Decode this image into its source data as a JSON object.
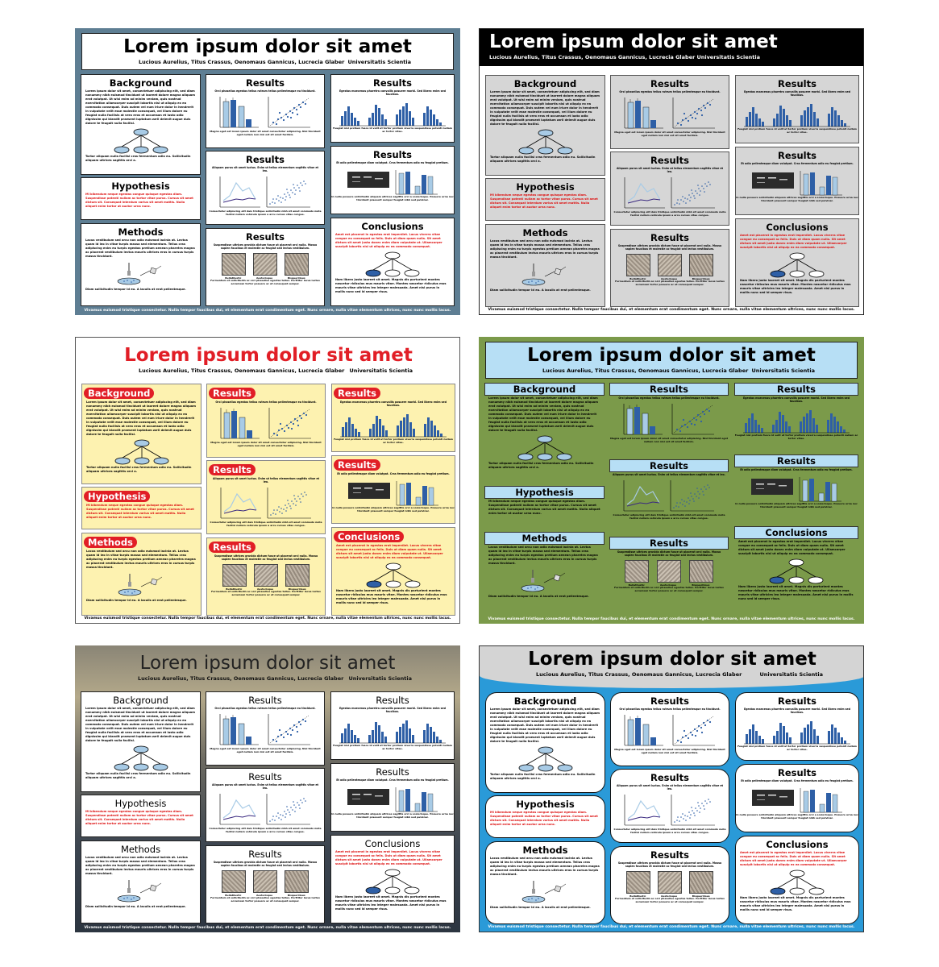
{
  "poster": {
    "title": "Lorem ipsum dolor sit amet",
    "authors": "Lucious Aurelius, Titus Crassus, Oenomaus Gannicus, Lucrecia Glaber",
    "affiliation": "Universitatis Scientia",
    "footer": "Vivamus euismod tristique consectetur. Nulla tempor faucibus dui, et elementum erat condimentum eget. Nunc ornare, nulla vitae elementum ultrices, nunc nunc mollis lacus.",
    "headings": {
      "background": "Background",
      "hypothesis": "Hypothesis",
      "methods": "Methods",
      "results": "Results",
      "conclusions": "Conclusions"
    },
    "background_text": "Lorem ipsum dolor sit amet, consectetuer adipiscing elit, sed diam nonummy nibh euismod tincidunt ut laoreet dolore magna aliquam erat volutpat. Ut wisi enim ad minim veniam, quis nostrud exercitation ullamcorper suscipit lobortis nisl ut aliquip ex ea commodo consequat. Duis autem vel eum iriure dolor in hendrerit in vulputate velit esse molestie consequat, vel illum dolore eu feugiat nulla facilisis at vero eros et accumsan et iusto odio dignissim qui blandit praesent luptatum zzril delenit augue duis dolore te feugait nulla facilisi.",
    "background_text2": "Tortor aliquam nulla facilisi cras fermentum odio eu. Sollicitudin aliquam ultrices sagittis orci a.",
    "hypothesis_text": "Mi bibendum neque egestas congue quisque egestas diam. Suspendisse potenti nullam ac tortor vitae purus. Cursus sit amet dictum sit. Consequat interdum varius sit amet mattis. Nulla aliquet enim tortor at auctor urna nunc.",
    "methods_text": "Lacus vestibulum sed arcu non odio euismod lacinia at. Lectus quam id leo in vitae turpis massa sed elementum. Tellus cras adipiscing enim eu turpis egestas pretium aenean pharetra magna ac placerat vestibulum lectus mauris ultrices eros in cursus turpis massa tincidunt.",
    "methods_text2": "Diam sollicitudin tempor id eu. A iaculis at erat pellentesque.",
    "results1_text": "Orci phasellus egestas tellus rutrum tellus pellentesque eu tincidunt.",
    "results1_caption": "Magna eget est lorem ipsum dolor sit amet consectetur adipiscing. Nisl tincidunt eget nullam non nisi est sit amet facilisis.",
    "results2_text": "Aliquam purus sit amet luctus. Enim ut tellus elementum sagittis vitae et leo.",
    "results2_caption": "Consectetur adipiscing elit duis tristique sollicitudin nibh sit amet commodo nulla facilisi nullam vehicula ipsum a arcu cursus vitae congue.",
    "results3_text": "Suspendisse ultrices gravida dictum fusce ut placerat orci nulla. Massa sapien faucibus et molestie ac feugiat sed lectus vestibulum.",
    "results3_labels": [
      "Bullatilustic",
      "Aesterisque",
      "Bisquerilious"
    ],
    "results3_caption": "Fermentum et sollicitudin ac orci phasellus egestas tellus. Porttitor lacus luctus accumsan tortor posuere ac ut consequat semper.",
    "results4_text": "Egestas maecenas pharetra convallis posuere morbi. Sed libero enim sed faucibus.",
    "results4_caption": "Feugiat nisl pretium fusce id velit ut tortor pretium viverra suspendisse potenti nullam ac tortor vitae.",
    "results5_text": "Et odio pellentesque diam volutpat. Cras fermentum odio eu feugiat pretium.",
    "results5_caption": "In nulla posuere sollicitudin aliquam ultrices sagittis orci a scelerisque. Posuere urna nec tincidunt praesent semper feugiat nibh sed pulvinar.",
    "conclusions_text": "Amet est placerat in egestas erat imperdiet. Lacus viverra vitae congue eu consequat ac felis. Duis ut diam quam nulla. Sit amet dictum sit amet justo donec enim diam vulputate ut. Ullamcorper suscipit lobortis nisl ut aliquip ex ea commodo consequat.",
    "conclusions_text2": "Nam libero justo laoreet sit amet. Magnis dis parturient montes nascetur ridiculus mus mauris vitae. Montes nascetur ridiculus mus mauris vitae ultricies leo integer malesuada. Amet nisl purus in mollis nunc sed id semper risus."
  },
  "colors": {
    "bar_blue": "#2e5fa6",
    "bar_light": "#a8cbe6",
    "scatter_blue": "#2e5fa6",
    "accent_red": "#e11e26"
  }
}
